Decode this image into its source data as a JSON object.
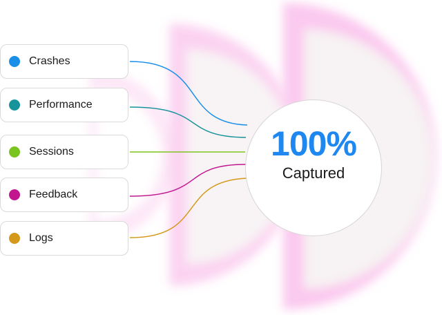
{
  "sources": [
    {
      "label": "Crashes",
      "color": "#1a8fe8"
    },
    {
      "label": "Performance",
      "color": "#17939a"
    },
    {
      "label": "Sessions",
      "color": "#7ac41f"
    },
    {
      "label": "Feedback",
      "color": "#c2168f"
    },
    {
      "label": "Logs",
      "color": "#d4991a"
    }
  ],
  "hub": {
    "value": "100%",
    "caption": "Captured"
  }
}
